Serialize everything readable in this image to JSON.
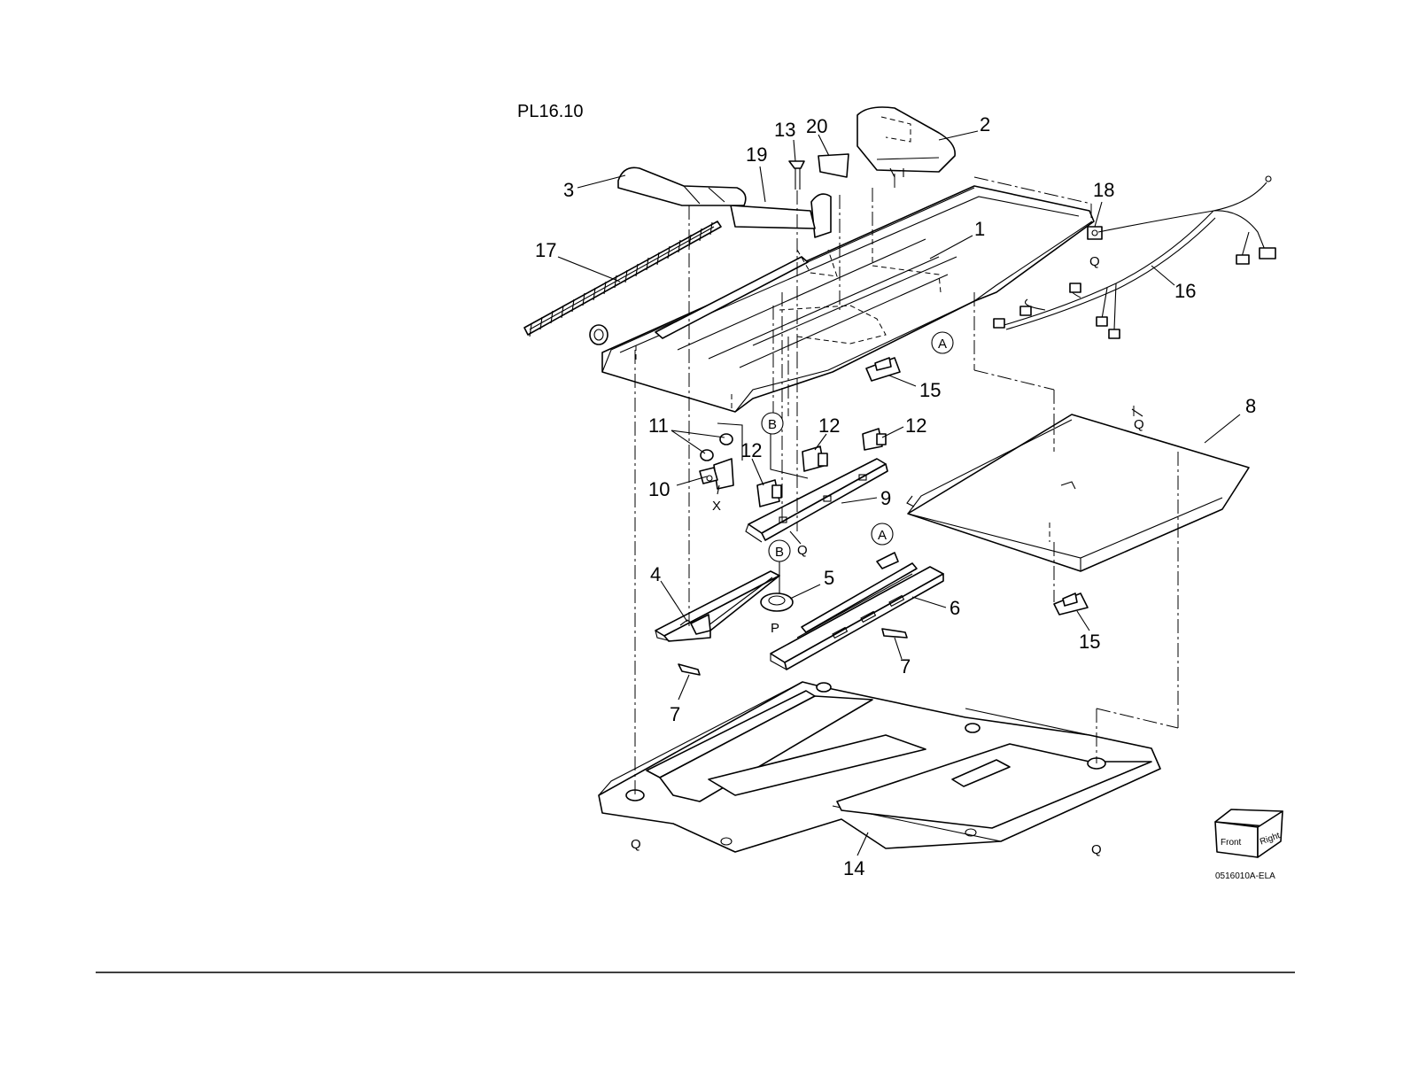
{
  "plate_id": "PL16.10",
  "drawing_code": "0516010A-ELA",
  "orientation_cube": {
    "front": "Front",
    "right": "Right"
  },
  "part_callouts": [
    "1",
    "2",
    "3",
    "4",
    "5",
    "6",
    "7",
    "7",
    "8",
    "9",
    "10",
    "11",
    "12",
    "12",
    "12",
    "13",
    "14",
    "15",
    "15",
    "16",
    "17",
    "18",
    "19",
    "20"
  ],
  "reference_markers": {
    "a": "A",
    "b": "B",
    "p": "P",
    "q": "Q",
    "x": "X"
  }
}
